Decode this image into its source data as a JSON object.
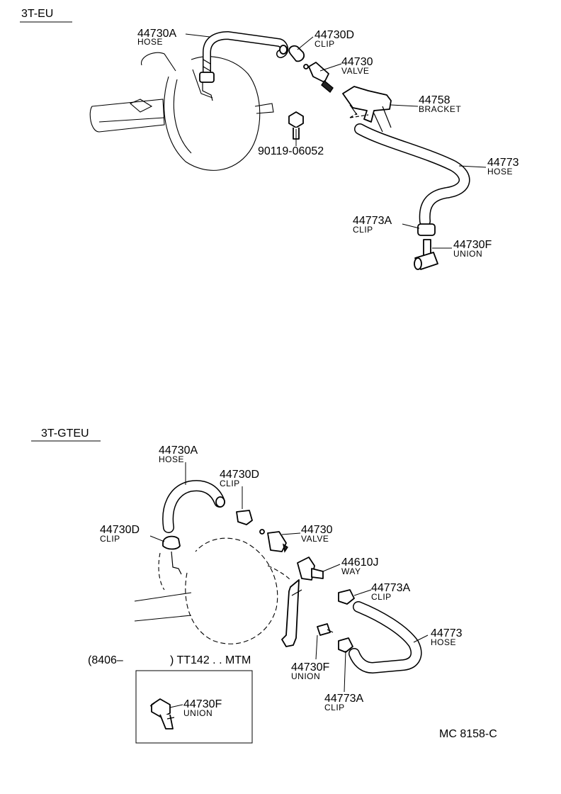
{
  "sections": {
    "top": "3T-EU",
    "bottom": "3T-GTEU"
  },
  "top_parts": {
    "hose_a": {
      "number": "44730A",
      "name": "HOSE"
    },
    "clip_d": {
      "number": "44730D",
      "name": "CLIP"
    },
    "valve": {
      "number": "44730",
      "name": "VALVE"
    },
    "bracket": {
      "number": "44758",
      "name": "BRACKET"
    },
    "bolt": {
      "number": "90119-06052",
      "name": ""
    },
    "hose": {
      "number": "44773",
      "name": "HOSE"
    },
    "clip_a": {
      "number": "44773A",
      "name": "CLIP"
    },
    "union_f": {
      "number": "44730F",
      "name": "UNION"
    }
  },
  "bottom_parts": {
    "hose_a": {
      "number": "44730A",
      "name": "HOSE"
    },
    "clip_d1": {
      "number": "44730D",
      "name": "CLIP"
    },
    "clip_d2": {
      "number": "44730D",
      "name": "CLIP"
    },
    "valve": {
      "number": "44730",
      "name": "VALVE"
    },
    "way": {
      "number": "44610J",
      "name": "WAY"
    },
    "clip_a1": {
      "number": "44773A",
      "name": "CLIP"
    },
    "hose": {
      "number": "44773",
      "name": "HOSE"
    },
    "union_f": {
      "number": "44730F",
      "name": "UNION"
    },
    "clip_a2": {
      "number": "44773A",
      "name": "CLIP"
    }
  },
  "inset": {
    "caption_open": "(8406–",
    "caption_close": ") TT142 . . MTM",
    "part": {
      "number": "44730F",
      "name": "UNION"
    }
  },
  "footer_code": "MC 8158-C"
}
